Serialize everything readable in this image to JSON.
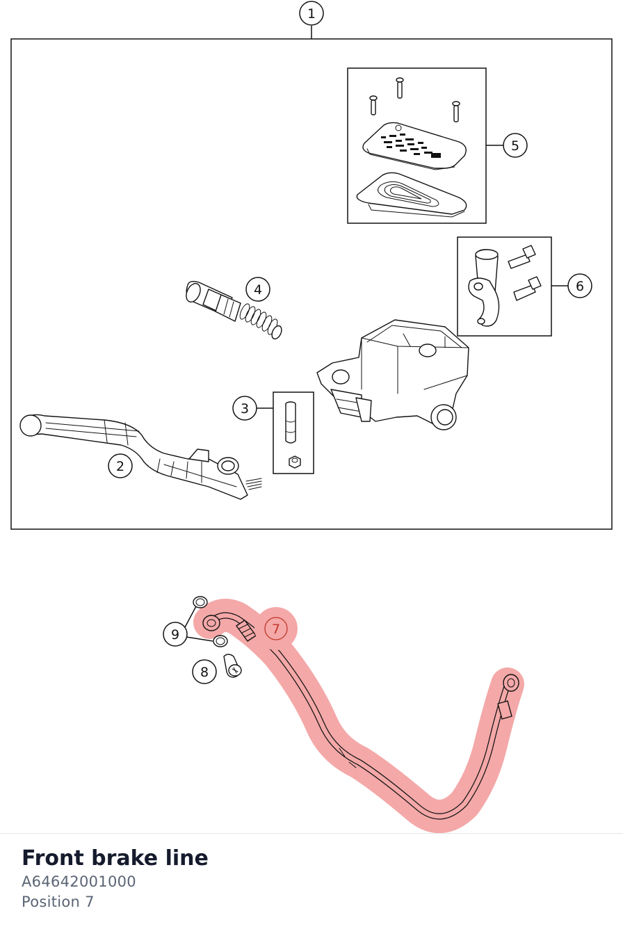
{
  "diagram": {
    "highlight_color": "#f08a8a",
    "callouts": [
      "1",
      "2",
      "3",
      "4",
      "5",
      "6",
      "7",
      "8",
      "9"
    ],
    "selected_callout": "7"
  },
  "footer": {
    "title": "Front brake line",
    "part_number": "A64642001000",
    "position": "Position 7"
  }
}
